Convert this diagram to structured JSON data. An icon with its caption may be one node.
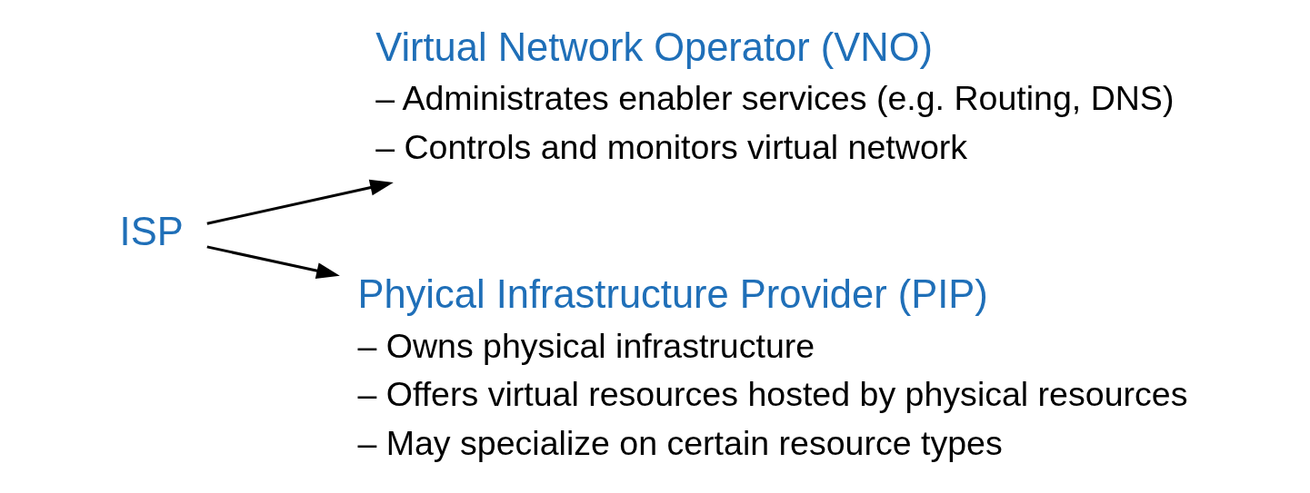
{
  "diagram": {
    "nodes": [
      {
        "text": [
          "ISP"
        ]
      },
      {
        "text": [
          "Virtual Network Operator (VNO)",
          "– Administrates enabler services (e.g. Routing, DNS)",
          "– Controls and monitors virtual network"
        ]
      },
      {
        "text": [
          "Phyical Infrastructure Provider (PIP)",
          "– Owns physical infrastructure",
          "– Offers virtual resources hosted by physical resources",
          "– May specialize on certain resource types"
        ]
      }
    ],
    "edges": [
      {
        "from": 0,
        "to": 1,
        "arrow": "to"
      },
      {
        "from": 0,
        "to": 2,
        "arrow": "to"
      }
    ]
  }
}
